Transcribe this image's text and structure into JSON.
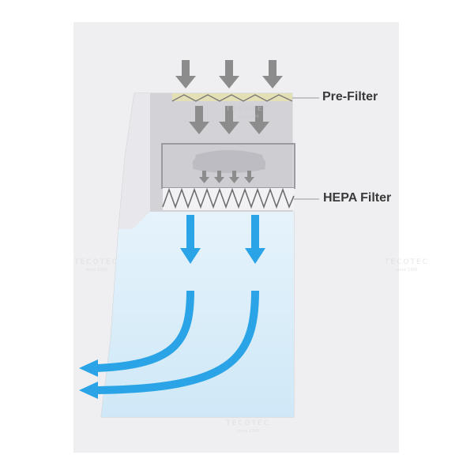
{
  "labels": {
    "pre_filter": "Pre-Filter",
    "hepa_filter": "HEPA Filter"
  },
  "watermark": {
    "brand": "TECOTEC",
    "tagline": "since 1996"
  },
  "colors": {
    "outer_panel": "#efeff2",
    "cabinet_shell": "#dedee2",
    "cabinet_edge": "#c9c9ce",
    "top_housing": "#d3d3d7",
    "blower_box": "#c8c8cd",
    "blower": "#bcbcc2",
    "pre_filter": "#e4e0b6",
    "work_zone": "#cfe8f7",
    "work_zone_light": "#e6f3fb",
    "airflow_arrow": "#2aa4e6",
    "inflow_arrow": "#8c8c8c",
    "label_text": "#3a3a3a",
    "leader_line": "#999999"
  },
  "icons": {
    "inflow": "arrow-down-icon",
    "airflow": "curved-arrow-left-icon",
    "filter_pleats": "zigzag-pleat-icon"
  }
}
